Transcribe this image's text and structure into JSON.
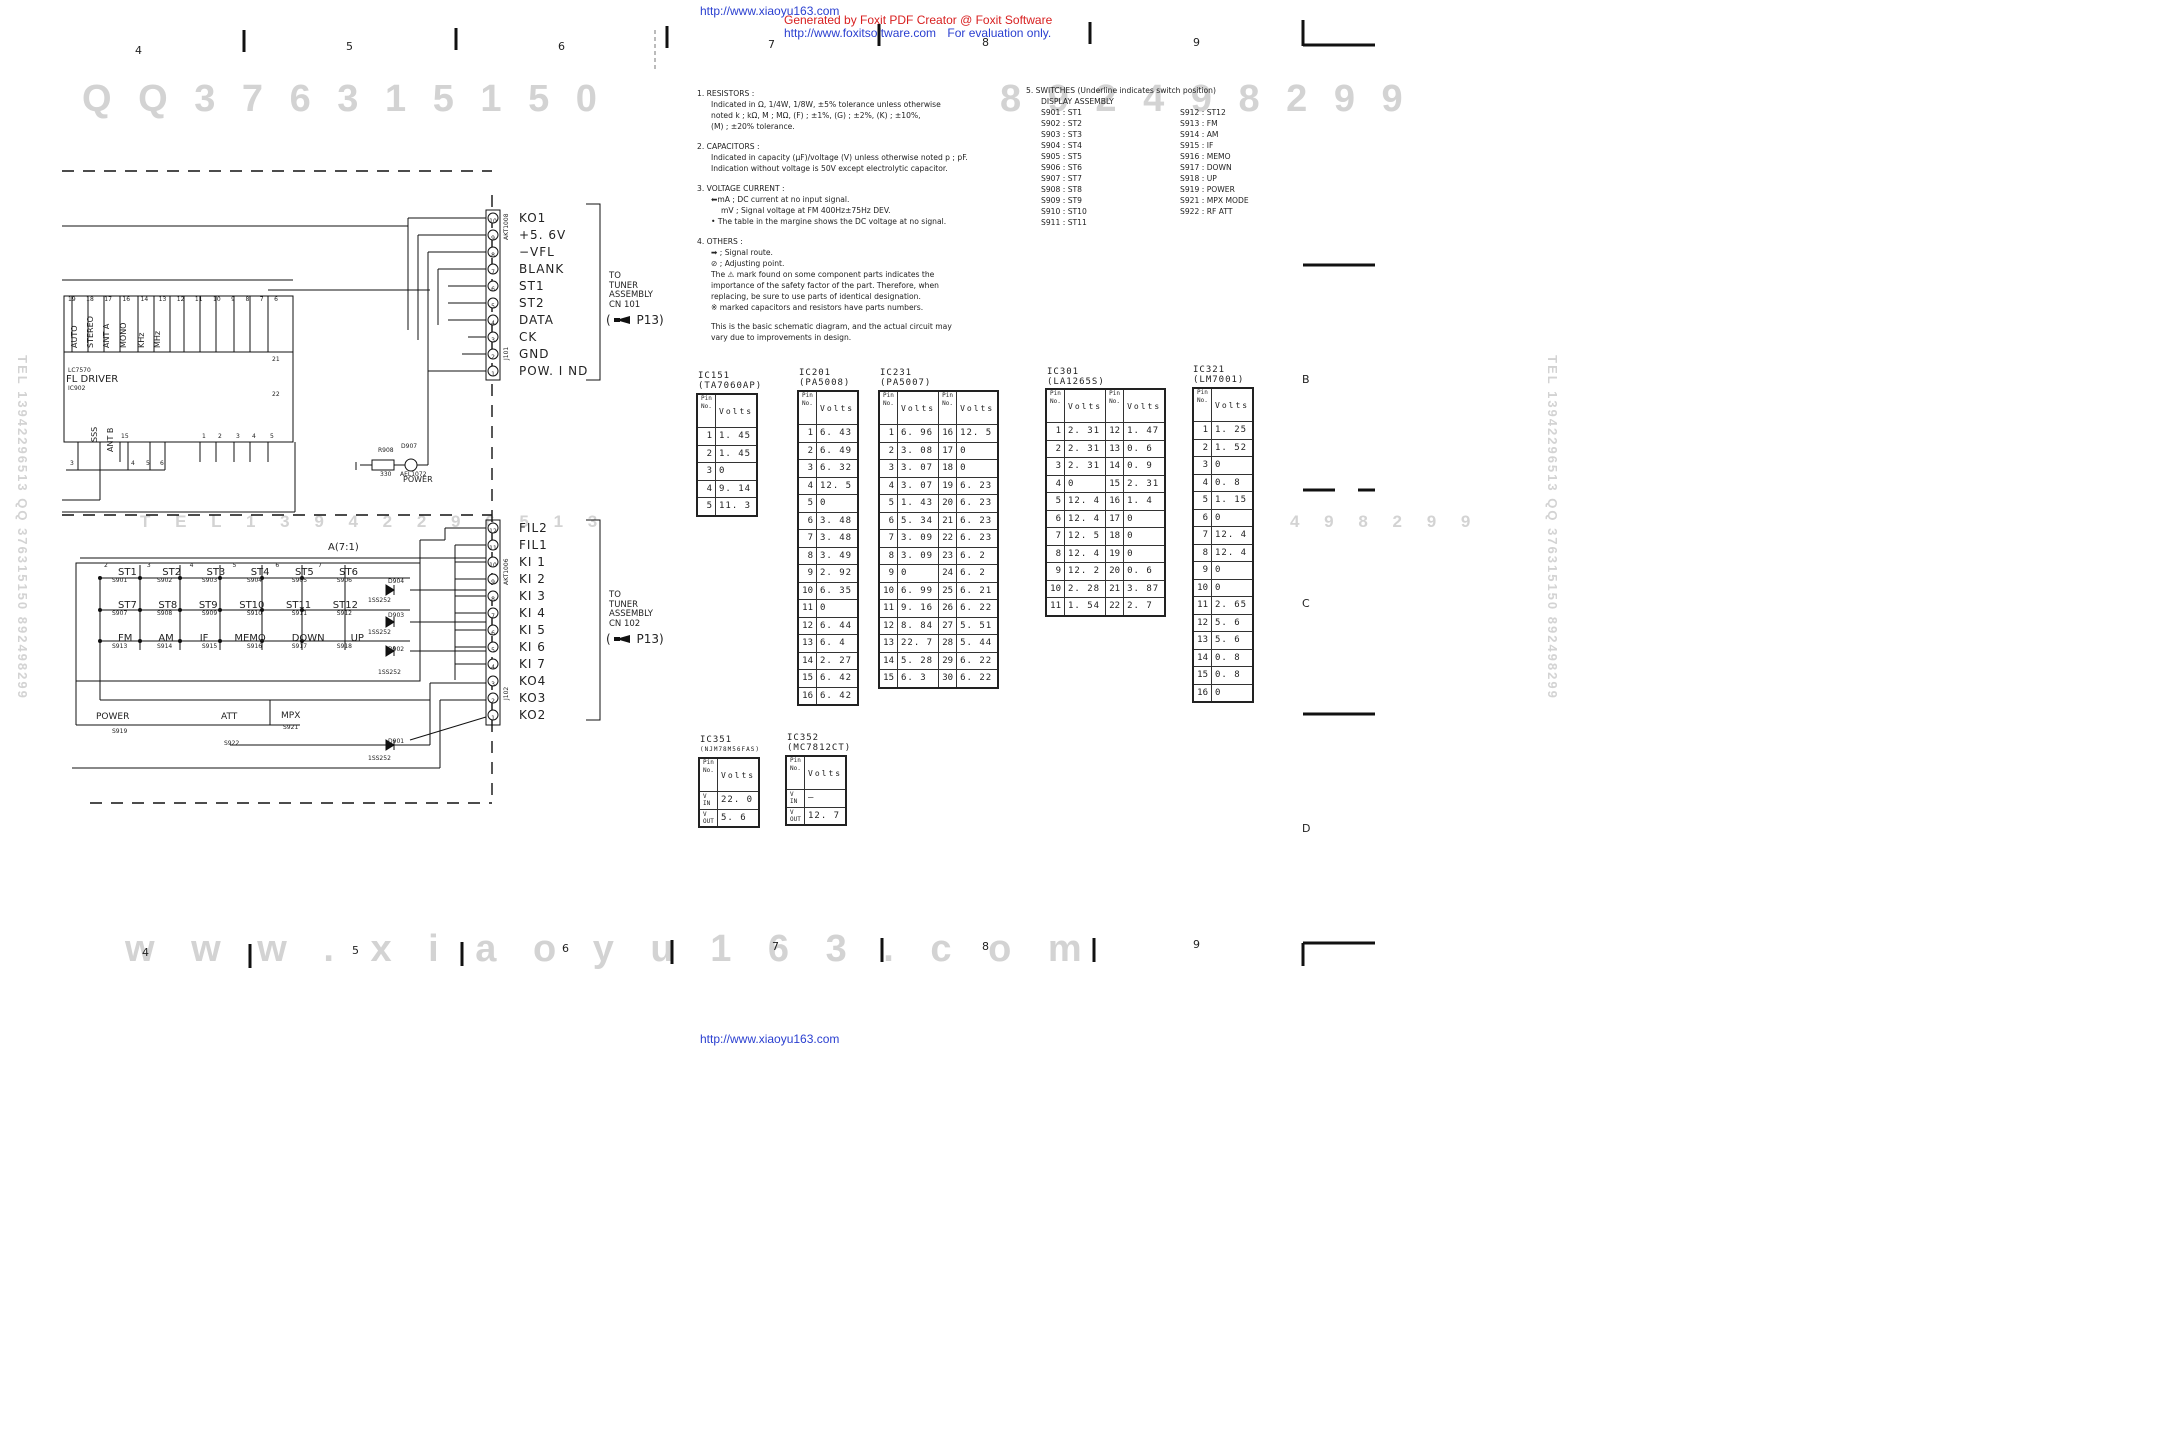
{
  "header": {
    "url_top": "http://www.xiaoyu163.com",
    "foxit_line1": "Generated by Foxit PDF Creator @ Foxit Software",
    "foxit_line2_a": "http://www.foxitsoftware.com",
    "foxit_line2_b": "For evaluation only.",
    "url_bottom": "http://www.xiaoyu163.com"
  },
  "columns": {
    "top": [
      "4",
      "5",
      "6",
      "7",
      "8",
      "9"
    ],
    "bottom": [
      "4",
      "5",
      "6",
      "7",
      "8",
      "9"
    ]
  },
  "row_letters": [
    "B",
    "C",
    "D"
  ],
  "watermarks": {
    "row1": "Q Q 3 7 6 3 1 5 1 5 0",
    "row1b": "8 9 2 4 9 8 2 9 9",
    "mid": "T E L 1 3 9 4 2 2 9 6 5 1 3",
    "mid2": "4 9 8 2 9 9",
    "bottom": "w w w . x i a o y u 1 6 3 . c o m",
    "left_vertical": "TEL 13942296513 QQ 376315150 892498299",
    "right_vertical": "TEL 13942296513 QQ 376315150 892498299"
  },
  "notes": {
    "n1_title": "1.  RESISTORS :",
    "n1_l1": "Indicated in Ω, 1/4W, 1/8W, ±5% tolerance unless otherwise",
    "n1_l2": "noted k ; kΩ, M ; MΩ, (F) ; ±1%, (G) ; ±2%, (K) ; ±10%,",
    "n1_l3": "(M) ; ±20% tolerance.",
    "n2_title": "2.  CAPACITORS :",
    "n2_l1": "Indicated in capacity (μF)/voltage (V) unless otherwise noted p ; pF.",
    "n2_l2": "Indication without voltage is 50V except electrolytic capacitor.",
    "n3_title": "3.  VOLTAGE CURRENT :",
    "n3_l1": "⬅mA ; DC current at no input signal.",
    "n3_l2": "mV ; Signal voltage at FM 400Hz±75Hz DEV.",
    "n3_l3": "• The table in the margine shows the DC voltage at no signal.",
    "n4_title": "4.  OTHERS :",
    "n4_l1": "➡ ; Signal route.",
    "n4_l2": "⊘ ; Adjusting point.",
    "n4_l3": "The ⚠ mark found on some component parts indicates the",
    "n4_l4": "importance of the safety factor of the part. Therefore, when",
    "n4_l5": "replacing, be sure to use parts of identical designation.",
    "n4_l6": "※ marked capacitors and resistors have parts numbers.",
    "n4_l7": "This is the basic schematic diagram, and the actual circuit may",
    "n4_l8": "vary due to improvements in design."
  },
  "switches": {
    "title": "5.  SWITCHES (Underline indicates switch position)",
    "subtitle": "DISPLAY ASSEMBLY",
    "left": [
      "S901 : ST1",
      "S902 : ST2",
      "S903 : ST3",
      "S904 : ST4",
      "S905 : ST5",
      "S906 : ST6",
      "S907 : ST7",
      "S908 : ST8",
      "S909 : ST9",
      "S910 : ST10",
      "S911 : ST11"
    ],
    "right": [
      "S912 : ST12",
      "S913 : FM",
      "S914 : AM",
      "S915 : IF",
      "S916 : MEMO",
      "S917 : DOWN",
      "S918 : UP",
      "S919 : POWER",
      "S921 : MPX MODE",
      "S922 : RF ATT"
    ]
  },
  "ic_header": {
    "pin": "Pin",
    "no": "No.",
    "volts": "Volts"
  },
  "ic151": {
    "name": "IC151",
    "part": "(TA7060AP)",
    "rows": [
      [
        "1",
        "1. 45"
      ],
      [
        "2",
        "1. 45"
      ],
      [
        "3",
        "0"
      ],
      [
        "4",
        "9. 14"
      ],
      [
        "5",
        "11. 3"
      ]
    ]
  },
  "ic201": {
    "name": "IC201",
    "part": "(PA5008)",
    "rows": [
      [
        "1",
        "6. 43"
      ],
      [
        "2",
        "6. 49"
      ],
      [
        "3",
        "6. 32"
      ],
      [
        "4",
        "12. 5"
      ],
      [
        "5",
        "0"
      ],
      [
        "6",
        "3. 48"
      ],
      [
        "7",
        "3. 48"
      ],
      [
        "8",
        "3. 49"
      ],
      [
        "9",
        "2. 92"
      ],
      [
        "10",
        "6. 35"
      ],
      [
        "11",
        "0"
      ],
      [
        "12",
        "6. 44"
      ],
      [
        "13",
        "6. 4"
      ],
      [
        "14",
        "2. 27"
      ],
      [
        "15",
        "6. 42"
      ],
      [
        "16",
        "6. 42"
      ]
    ]
  },
  "ic231": {
    "name": "IC231",
    "part": "(PA5007)",
    "rows": [
      [
        "1",
        "6. 96",
        "16",
        "12. 5"
      ],
      [
        "2",
        "3. 08",
        "17",
        "0"
      ],
      [
        "3",
        "3. 07",
        "18",
        "0"
      ],
      [
        "4",
        "3. 07",
        "19",
        "6. 23"
      ],
      [
        "5",
        "1. 43",
        "20",
        "6. 23"
      ],
      [
        "6",
        "5. 34",
        "21",
        "6. 23"
      ],
      [
        "7",
        "3. 09",
        "22",
        "6. 23"
      ],
      [
        "8",
        "3. 09",
        "23",
        "6. 2"
      ],
      [
        "9",
        "0",
        "24",
        "6. 2"
      ],
      [
        "10",
        "6. 99",
        "25",
        "6. 21"
      ],
      [
        "11",
        "9. 16",
        "26",
        "6. 22"
      ],
      [
        "12",
        "8. 84",
        "27",
        "5. 51"
      ],
      [
        "13",
        "22. 7",
        "28",
        "5. 44"
      ],
      [
        "14",
        "5. 28",
        "29",
        "6. 22"
      ],
      [
        "15",
        "6. 3",
        "30",
        "6. 22"
      ]
    ]
  },
  "ic301": {
    "name": "IC301",
    "part": "(LA1265S)",
    "rows": [
      [
        "1",
        "2. 31",
        "12",
        "1. 47"
      ],
      [
        "2",
        "2. 31",
        "13",
        "0. 6"
      ],
      [
        "3",
        "2. 31",
        "14",
        "0. 9"
      ],
      [
        "4",
        "0",
        "15",
        "2. 31"
      ],
      [
        "5",
        "12. 4",
        "16",
        "1. 4"
      ],
      [
        "6",
        "12. 4",
        "17",
        "0"
      ],
      [
        "7",
        "12. 5",
        "18",
        "0"
      ],
      [
        "8",
        "12. 4",
        "19",
        "0"
      ],
      [
        "9",
        "12. 2",
        "20",
        "0. 6"
      ],
      [
        "10",
        "2. 28",
        "21",
        "3. 87"
      ],
      [
        "11",
        "1. 54",
        "22",
        "2. 7"
      ]
    ]
  },
  "ic321": {
    "name": "IC321",
    "part": "(LM7001)",
    "rows": [
      [
        "1",
        "1. 25"
      ],
      [
        "2",
        "1. 52"
      ],
      [
        "3",
        "0"
      ],
      [
        "4",
        "0. 8"
      ],
      [
        "5",
        "1. 15"
      ],
      [
        "6",
        "0"
      ],
      [
        "7",
        "12. 4"
      ],
      [
        "8",
        "12. 4"
      ],
      [
        "9",
        "0"
      ],
      [
        "10",
        "0"
      ],
      [
        "11",
        "2. 65"
      ],
      [
        "12",
        "5. 6"
      ],
      [
        "13",
        "5. 6"
      ],
      [
        "14",
        "0. 8"
      ],
      [
        "15",
        "0. 8"
      ],
      [
        "16",
        "0"
      ]
    ]
  },
  "ic351": {
    "name": "IC351",
    "part": "(NJM78M56FAS)",
    "rows": [
      [
        "V IN",
        "22. 0"
      ],
      [
        "V OUT",
        "5. 6"
      ]
    ]
  },
  "ic352": {
    "name": "IC352",
    "part": "(MC7812CT)",
    "rows": [
      [
        "V IN",
        "—"
      ],
      [
        "V OUT",
        "12. 7"
      ]
    ]
  },
  "schematic": {
    "j101_signals": [
      "KO1",
      "+5. 6V",
      "−VFL",
      "BLANK",
      "ST1",
      "ST2",
      "DATA",
      "CK",
      "GND",
      "POW. I ND"
    ],
    "j101_pins": [
      "10",
      "9",
      "8",
      "7",
      "6",
      "5",
      "4",
      "3",
      "2",
      "1"
    ],
    "j101_name": "J101",
    "j101_part": "AKT1008",
    "j102_signals": [
      "FIL2",
      "FIL1",
      "KI 1",
      "KI 2",
      "KI 3",
      "KI 4",
      "KI 5",
      "KI 6",
      "KI 7",
      "KO4",
      "KO3",
      "KO2"
    ],
    "j102_pins": [
      "12",
      "11",
      "10",
      "9",
      "8",
      "7",
      "6",
      "5",
      "4",
      "3",
      "2",
      "1"
    ],
    "j102_name": "J102",
    "j102_part": "AKT1006",
    "tuner1": [
      "TO",
      "TUNER",
      "ASSEMBLY",
      "CN 101"
    ],
    "tuner1_ref": "P13",
    "tuner2": [
      "TO",
      "TUNER",
      "ASSEMBLY",
      "CN 102"
    ],
    "tuner2_ref": "P13",
    "fl_pins": [
      "19",
      "18",
      "17",
      "16",
      "14",
      "13",
      "12",
      "11",
      "10",
      "9",
      "8",
      "7",
      "6"
    ],
    "fl_labels": [
      "AUTO",
      "STEREO",
      "ANT A",
      "MONO",
      "KHz",
      "MHz"
    ],
    "fl_chip": "LC7570",
    "fl_name": "FL DRIVER",
    "fl_ref": "IC902",
    "fl_side_pins": [
      "21",
      "22"
    ],
    "fl_lower_labels": [
      "SSS",
      "ANT B"
    ],
    "fl_lower_pins": [
      "15",
      "1",
      "2",
      "3",
      "4",
      "5"
    ],
    "fl_left_pins": [
      "3",
      "4",
      "5",
      "6"
    ],
    "bus_label": "A(7:1)",
    "row1_sw": [
      "ST1",
      "ST2",
      "ST3",
      "ST4",
      "ST5",
      "ST6"
    ],
    "row1_ref": [
      "S901",
      "S902",
      "S903",
      "S904",
      "S905",
      "S906"
    ],
    "row2_sw": [
      "ST7",
      "ST8",
      "ST9",
      "ST10",
      "ST11",
      "ST12"
    ],
    "row2_ref": [
      "S907",
      "S908",
      "S909",
      "S910",
      "S911",
      "S912"
    ],
    "row3_sw": [
      "FM",
      "AM",
      "IF",
      "MEMO",
      "DOWN",
      "UP"
    ],
    "row3_ref": [
      "S913",
      "S914",
      "S915",
      "S916",
      "S917",
      "S918"
    ],
    "node_nums": [
      "2",
      "3",
      "4",
      "5",
      "6",
      "7"
    ],
    "power_sw": "POWER",
    "power_ref": "S919",
    "att_sw": "ATT",
    "att_ref": "S922",
    "mpx_sw": "MPX",
    "mpx_ref": "S921",
    "diodes": [
      {
        "ref": "D904",
        "part": "1SS252"
      },
      {
        "ref": "D903",
        "part": "1SS252"
      },
      {
        "ref": "D902",
        "part": "1SS252"
      },
      {
        "ref": "D901",
        "part": "1SS252"
      }
    ],
    "led": {
      "ref": "D907",
      "part": "AEL1072",
      "label": "POWER"
    },
    "resistor": {
      "ref": "R908",
      "value": "330"
    }
  }
}
